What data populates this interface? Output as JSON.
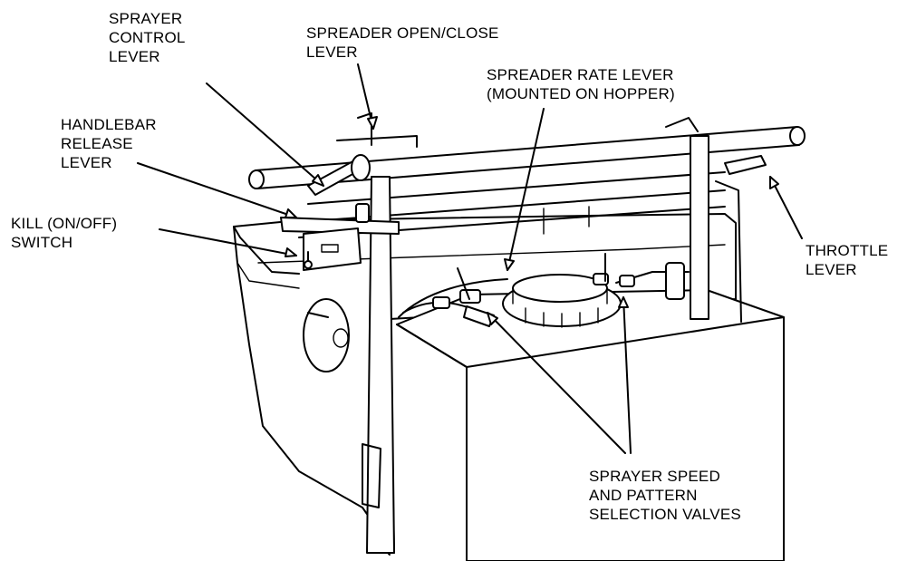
{
  "labels": {
    "sprayer_control": [
      "SPRAYER",
      "CONTROL",
      "LEVER"
    ],
    "spreader_open_close": [
      "SPREADER OPEN/CLOSE",
      "LEVER"
    ],
    "spreader_rate": [
      "SPREADER RATE LEVER",
      "(MOUNTED ON HOPPER)"
    ],
    "handlebar_release": [
      "HANDLEBAR",
      "RELEASE",
      "LEVER"
    ],
    "kill_switch": [
      "KILL (ON/OFF)",
      "SWITCH"
    ],
    "throttle": [
      "THROTTLE",
      "LEVER"
    ],
    "sprayer_valves": [
      "SPRAYER SPEED",
      "AND PATTERN",
      "SELECTION VALVES"
    ]
  }
}
